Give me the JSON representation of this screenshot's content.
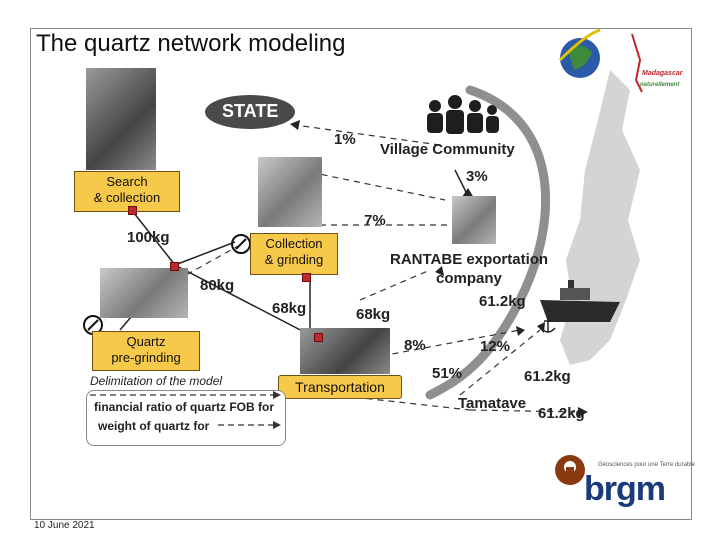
{
  "slide": {
    "title": "The quartz network modeling",
    "date": "10 June 2021"
  },
  "diagram": {
    "state_label": "STATE",
    "village_label": "Village Community",
    "rantabe_label_line1": "RANTABE exportation",
    "rantabe_label_line2": "company",
    "tamatave_label": "Tamatave",
    "boxes": {
      "search": [
        "Search",
        "& collection"
      ],
      "collection": [
        "Collection",
        "& grinding"
      ],
      "quartz": [
        "Quartz",
        "pre-grinding"
      ],
      "transport": [
        "Transportation"
      ]
    },
    "values": {
      "pct_state": "1%",
      "pct_village": "3%",
      "pct_rantabe": "7%",
      "pct_8": "8%",
      "pct_12": "12%",
      "pct_51": "51%",
      "w_100": "100kg",
      "w_80": "80kg",
      "w_68a": "68kg",
      "w_68b": "68kg",
      "w_612a": "61.2kg",
      "w_612b": "61.2kg",
      "w_612c": "61.2kg"
    }
  },
  "legend": {
    "title": "Delimitation of the model",
    "line1": "financial ratio of quartz FOB for",
    "line2": "weight of quartz for"
  },
  "logos": {
    "madagascar_text1": "Madagascar",
    "madagascar_text2": "naturellement",
    "brgm_word": "brgm",
    "brgm_tagline": "Géosciences pour une Terre durable"
  },
  "colors": {
    "box_fill": "#f6c94a",
    "marker_red": "#c0282b",
    "map_grey": "#cfcfcf",
    "brgm_blue": "#1a3a7a",
    "brgm_brown": "#8a3a10"
  }
}
